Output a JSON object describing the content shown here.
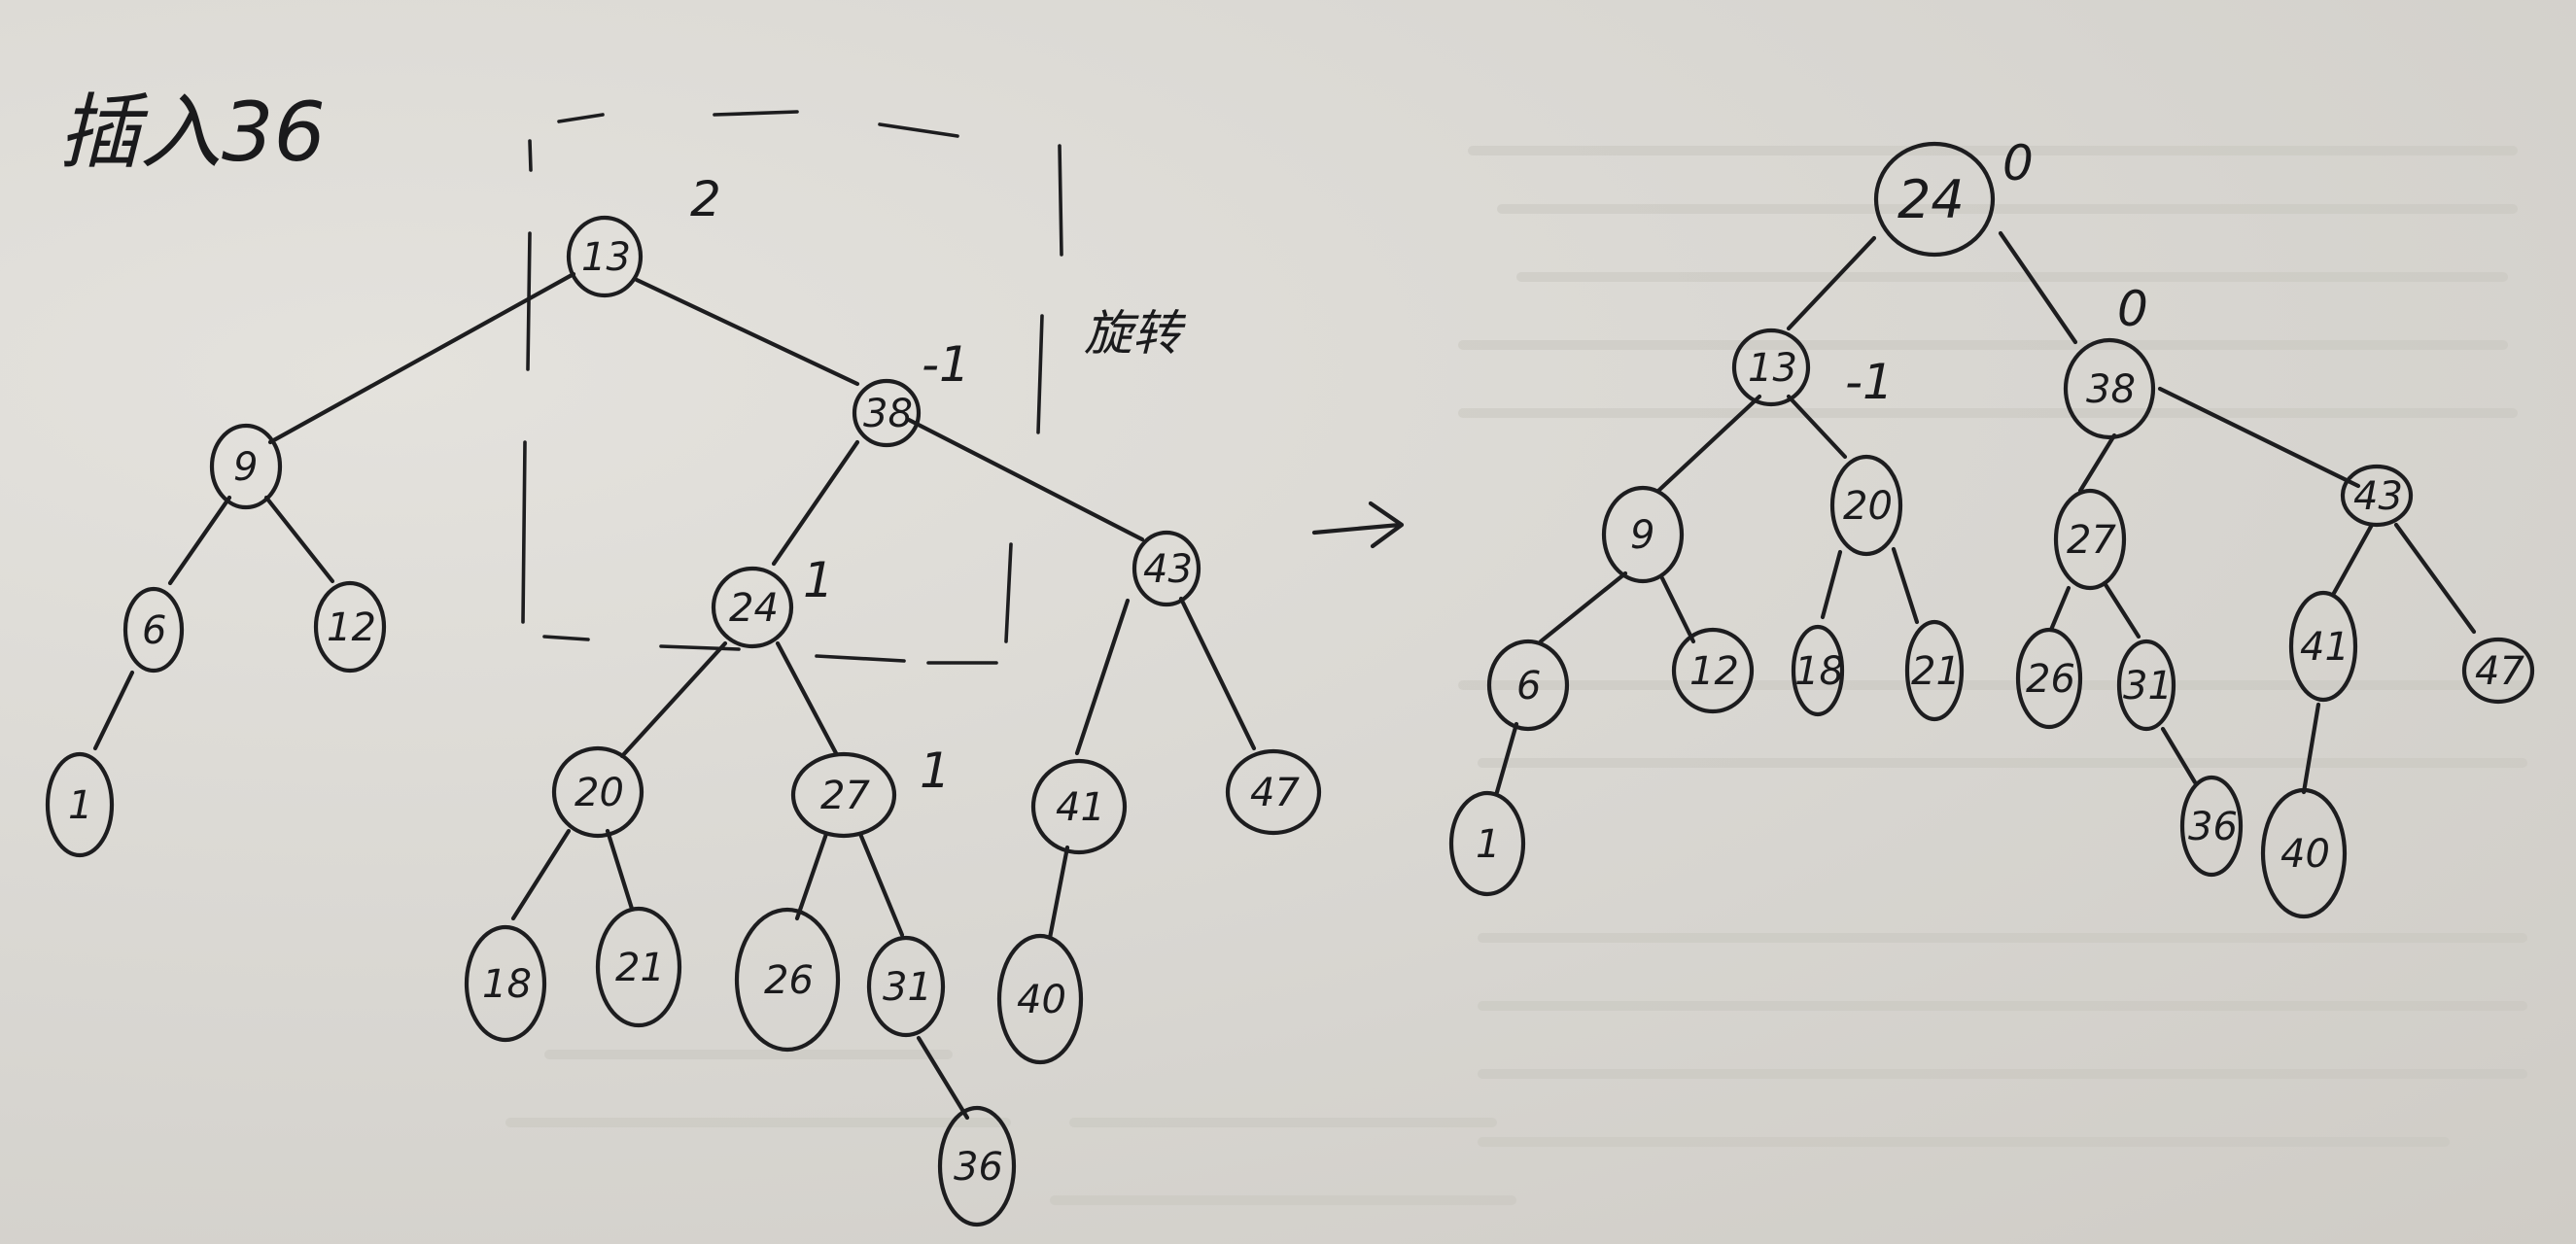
{
  "annotations": {
    "title": "插入36",
    "left_root_balance": "2",
    "right_child_balance": "-1",
    "pivot_balance": "1",
    "inner_child_balance": "1",
    "rotation_label": "旋转",
    "arrow": "→",
    "result_root_balance": "0",
    "result_left_balance": "-1",
    "result_right_balance": "0"
  },
  "left_tree": {
    "n13": "13",
    "n9": "9",
    "n38": "38",
    "n6": "6",
    "n12": "12",
    "n1": "1",
    "n24": "24",
    "n43": "43",
    "n20": "20",
    "n27": "27",
    "n41": "41",
    "n47": "47",
    "n18": "18",
    "n21": "21",
    "n26": "26",
    "n31": "31",
    "n40": "40",
    "n36": "36"
  },
  "right_tree": {
    "n24": "24",
    "n13": "13",
    "n38": "38",
    "n9": "9",
    "n20": "20",
    "n27": "27",
    "n43": "43",
    "n6": "6",
    "n12": "12",
    "n18": "18",
    "n21": "21",
    "n26": "26",
    "n31": "31",
    "n41": "41",
    "n47": "47",
    "n1": "1",
    "n36": "36",
    "n40": "40"
  },
  "colors": {
    "ink": "#1d1d1f",
    "paper": "#d9d7d2"
  }
}
